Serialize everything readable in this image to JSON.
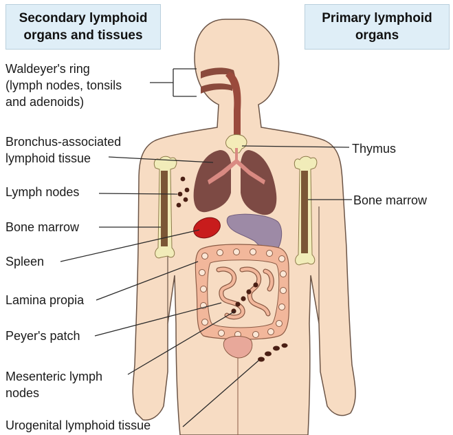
{
  "headers": {
    "secondary": [
      "Secondary lymphoid",
      "organs and tissues"
    ],
    "primary": [
      "Primary lymphoid",
      "organs"
    ]
  },
  "labels": {
    "waldeyer": [
      "Waldeyer's ring",
      "(lymph nodes, tonsils",
      "and adenoids)"
    ],
    "balt": [
      "Bronchus-associated",
      "lymphoid tissue"
    ],
    "lymph_nodes": "Lymph nodes",
    "bone_marrow_left": "Bone marrow",
    "spleen": "Spleen",
    "lamina": "Lamina propia",
    "peyer": "Peyer's patch",
    "mesenteric": [
      "Mesenteric lymph",
      "nodes"
    ],
    "urogenital": "Urogenital lymphoid tissue",
    "thymus": "Thymus",
    "bone_marrow_right": "Bone marrow"
  },
  "colors": {
    "header_bg": "#dfeef7",
    "skin": "#f7dcc3",
    "skin_outline": "#6b5446",
    "lung": "#7d4a44",
    "spleen": "#c81c1c",
    "liver": "#9d8aa6",
    "intestine": "#f2b79b",
    "bone": "#f1ecb9",
    "marrow": "#7b5636",
    "node": "#4a1f14"
  }
}
